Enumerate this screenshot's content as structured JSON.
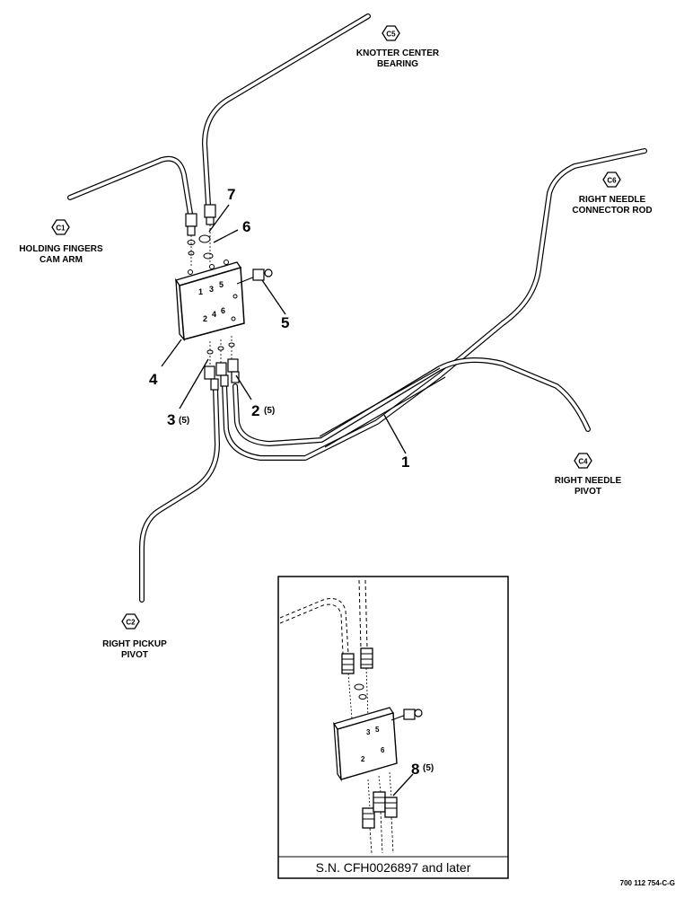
{
  "callouts": {
    "c1": {
      "code": "C1",
      "lines": [
        "HOLDING FINGERS",
        "CAM ARM"
      ]
    },
    "c2": {
      "code": "C2",
      "lines": [
        "RIGHT PICKUP",
        "PIVOT"
      ]
    },
    "c4": {
      "code": "C4",
      "lines": [
        "RIGHT NEEDLE",
        "PIVOT"
      ]
    },
    "c5": {
      "code": "C5",
      "lines": [
        "KNOTTER CENTER",
        "BEARING"
      ]
    },
    "c6": {
      "code": "C6",
      "lines": [
        "RIGHT NEEDLE",
        "CONNECTOR ROD"
      ]
    }
  },
  "parts": {
    "p1": "1",
    "p2": "2",
    "p2_qty": "(5)",
    "p3": "3",
    "p3_qty": "(5)",
    "p4": "4",
    "p5": "5",
    "p6": "6",
    "p7": "7",
    "p8": "8",
    "p8_qty": "(5)"
  },
  "block_numbers": {
    "top": [
      "1",
      "3",
      "5"
    ],
    "bottom": [
      "2",
      "4",
      "6"
    ]
  },
  "inset": {
    "caption": "S.N. CFH0026897 and later"
  },
  "figure_id": "700 112 754-C-G"
}
